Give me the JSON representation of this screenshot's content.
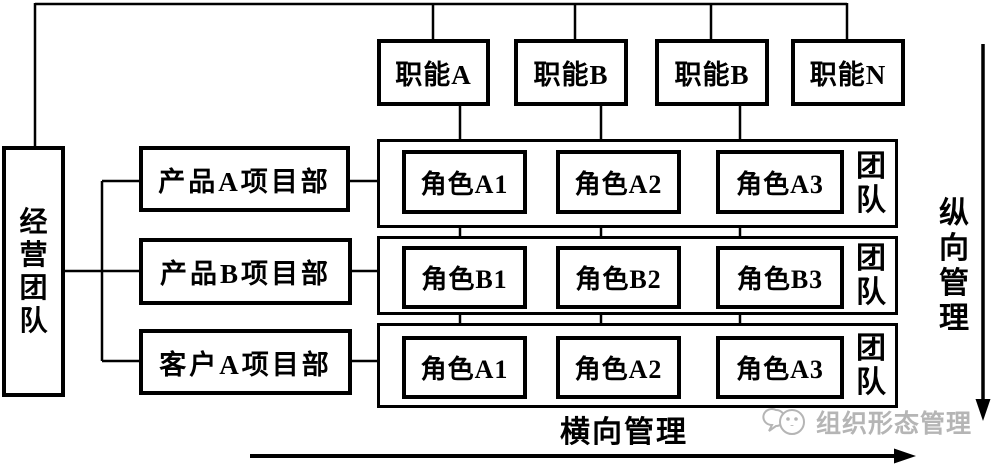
{
  "colors": {
    "line": "#000000",
    "text": "#000000",
    "watermark": "#b5b5b5",
    "background": "#ffffff"
  },
  "management_team": {
    "label": "经营团队"
  },
  "functions": [
    {
      "label": "职能A"
    },
    {
      "label": "职能B"
    },
    {
      "label": "职能B"
    },
    {
      "label": "职能N"
    }
  ],
  "projects": [
    {
      "label": "产品A项目部"
    },
    {
      "label": "产品B项目部"
    },
    {
      "label": "客户A项目部"
    }
  ],
  "teams": [
    {
      "tag": "团队",
      "roles": [
        "角色A1",
        "角色A2",
        "角色A3"
      ]
    },
    {
      "tag": "团队",
      "roles": [
        "角色B1",
        "角色B2",
        "角色B3"
      ]
    },
    {
      "tag": "团队",
      "roles": [
        "角色A1",
        "角色A2",
        "角色A3"
      ]
    }
  ],
  "axis_labels": {
    "vertical": "纵向管理",
    "horizontal": "横向管理"
  },
  "watermark": {
    "text": "组织形态管理"
  },
  "icons": {
    "vertical_arrow": "down-arrow",
    "horizontal_arrow": "right-arrow",
    "watermark_logo": "speech-bubbles"
  }
}
